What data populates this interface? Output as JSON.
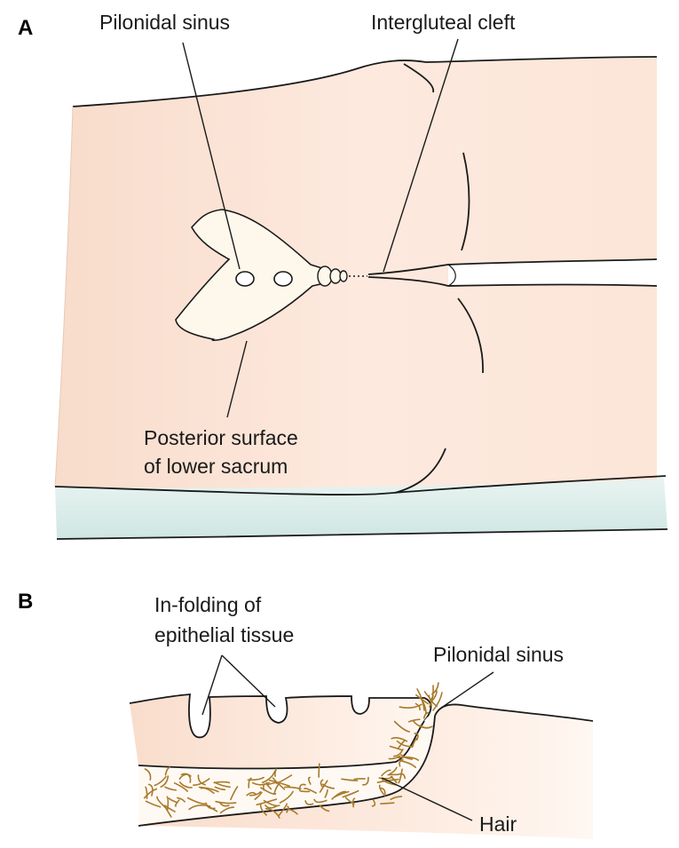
{
  "panel_a": {
    "letter": "A",
    "labels": {
      "pilonidal_sinus": "Pilonidal sinus",
      "intergluteal_cleft": "Intergluteal cleft",
      "sacrum_line1": "Posterior surface",
      "sacrum_line2": "of lower sacrum"
    }
  },
  "panel_b": {
    "letter": "B",
    "labels": {
      "infolding_line1": "In-folding of",
      "infolding_line2": "epithelial tissue",
      "pilonidal_sinus": "Pilonidal sinus",
      "hair": "Hair"
    }
  },
  "colors": {
    "skin": "#fbe6d8",
    "sacrum": "#fdf7ec",
    "table": "#d8ebe8",
    "hair": "#a87a2a",
    "line": "#1a1a1a"
  }
}
